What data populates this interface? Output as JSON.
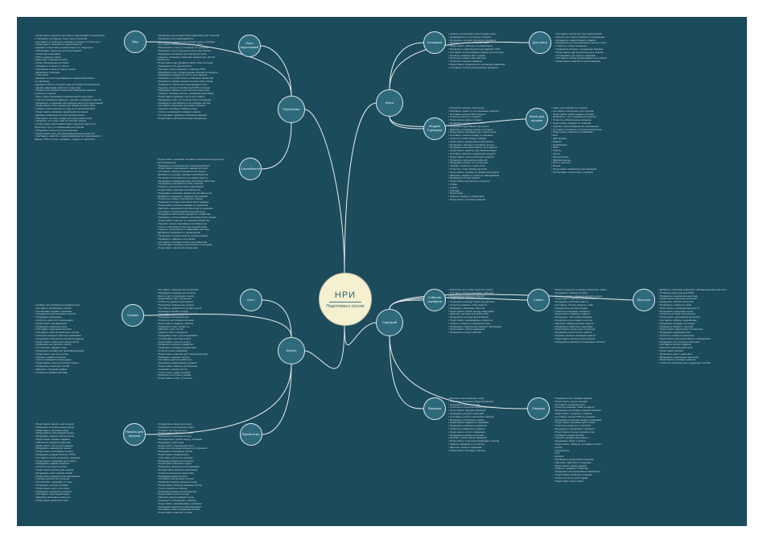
{
  "center": {
    "title": "НРИ",
    "subtitle": "Подготовка к сессии"
  },
  "branches": {
    "personazhi": "Персонажи",
    "knigi": "Книги",
    "scenariy": "Сценарий",
    "igroki": "Игроки"
  },
  "leaves": {
    "vid": "Вид",
    "opyt_personazhey": "Опыт персонажей",
    "sposobnosti": "Способности",
    "osnovnye": "Основные",
    "dop_knigi": "Доп книги",
    "modul_scenariy": "Модули Сценарии",
    "knigi_dlya_igrokov": "Книги для игроков",
    "sobytiya_scenariya": "Событие сценария",
    "syuzhet": "Сюжет",
    "frakcii": "Фракции",
    "lokacii": "Локации",
    "monstry": "Монстры",
    "grafik": "График",
    "opyt": "Опыт",
    "nachalo_dlya_igrokov": "Начало для игроков",
    "vremya_igry": "Время игры"
  },
  "texts": {
    "t_vid": [
      "• Подготовить наличие для игры и персонажей, потребности",
      "• Учитывать по общему тексту для отыгрыша",
      "• Составить и сообщить описание в разных голосах для",
      "• Подготовить показатели характеристик",
      "• Держать подготовку игровой модели и хода игры",
      "• Записывать перечень для персонажей:",
      "   • Свойства персонажа",
      "   • НПС и врагов у своих",
      "   • Монстры и чудища в своих",
      "   • Лица пользующиеся в своих",
      "   • Предметы в своих и у своих",
      "   • Противник в своих и через героев",
      "   • Драконы и союзники",
      "   • Участники",
      "• Держать в поле персонажей по характеристикам и",
      "   их описанию",
      "• Держать НПС по соответствие историей способностей",
      "• Делать фиксацию заметок в ходе игры",
      "• Помнить об сущности внешних изменений героев и",
      "   отличие её героях",
      "• Быть подготовленным к изменениям в ходе игры",
      "• Уметь в основном заменить, сделать и выразить мысли",
      "• Разделять о сценарии или эпизоды игры для персонажей",
      "• Подготовить итоги героев для общей истории игры",
      "• Хранить свои наметки по ходу для героев мастера",
      "• Подготовить описания характеристик героев",
      "• Держать внимание за участниками ролей",
      "• Настроить сеттинг и жанр для подготовки к игре",
      "• Помнить, что и как у вас по составу героев",
      "• Подготовить персонажей пары и друзей через пути",
      "   Переход и путь к отображению для героев",
      "• Продумать стиль игры для мастера",
      "• Подготовить путь для информационных моментов",
      "• Составить заметки о знаке возможностей персонажей и",
      "   данные НПС по игре, добавить и других в свой лист"
    ],
    "t_opyt": [
      "• Проверить на соответствие правилам урон сложной",
      "• Проверить интегрированность",
      "• Проверить соответствие уровня героя и игрокам",
      "• Построить таблицу для каждого героя",
      "• Рассмотреть опыт и сложность по уровням",
      "• Проверить путь получения опыта при броске",
      "• Продумать механику для наград для всех",
      "• Сверить сложность боёв для игроков при лёгкой",
      "   сложности",
      "• Подготовить доп уровни и связи события мира",
      "• Продумать путь для игроков",
      "• Сделать список уровней и таблицы НПС",
      "• Подобрать опыт за выполнение миссий по модулю",
      "• Продумать награду за опыт и достижения",
      "• Проверить соответствие по базовым правилам",
      "• Подобрать уровни сложности монстров и боёв",
      "• Проверить список опыта на каждом этапе",
      "• Сделать список способностей НПС и героев",
      "• Продумать запись и учёт опыта в ходе игры",
      "• Сверить таблицы опыта с уровнями персонажа",
      "• Подготовить удобные листы для записи",
      "• Продумать опыт за отыгрыш роли и решения",
      "• Проверить способности и их влияние на бой",
      "• Составить подсказки для новых игроков",
      "• Сделать итоговую таблицу опыта",
      "• Учесть особенности каждого класса",
      "• Согласовать правила с игроками заранее",
      "• Подготовить дополнительные материалы"
    ],
    "t_sposob": [
      "• Подготовить описание основных способностей для игры",
      "   персонажей для",
      "• Проверить на возможность взаимодействия",
      "• Подготовить заклинания и навыки для них",
      "• Составить таблицу способностей класса",
      "• Добавить описание расовых способностей",
      "• Проверить способности на совместимость",
      "• Продумать взаимодействие способностей в бою",
      "• Продумать способности НПС и врагов",
      "• Сверить количество ячеек заклинаний",
      "• Подготовить карточки способностей",
      "• Продумать описание эффектов способностей",
      "• Добавить отдельные таблицы для умений",
      "• Отметить особые способности героев",
      "• Проверить баланс способностей в команде",
      "• Подготовить краткие справки по правилам",
      "• Записать изменения способностей по уровням",
      "• Составить список умений для монстров",
      "• Продумать магические предметы и свойства",
      "• Проверить использование способностей в сценах",
      "• Подготовить заметки по спорным моментам",
      "• Сделать список пассивных способностей",
      "• Учесть способности при построении боёв",
      "• Сверить способности с правилами системы",
      "• Добавить подсказки по применению",
      "• Продумать ограничения на использование",
      "• Проверить эффекты состояний",
      "• Составить итоговый список способностей",
      "• Согласовать спорные способности с игроками",
      "• Подготовить быстрый справочник"
    ],
    "t_osnovnye": [
      "• Освоить и разобрать книги правил игры",
      "• Ознакомиться с сеттингом и мирoм",
      "• Продумать систему бросков и проверок",
      "• Изучить основные механики игры",
      "• Подготовить таблицы и справочники",
      "• Проверить правила для персонажей и НПС",
      "• Составить список важных правил для игроков",
      "• Уточнить правила боя и урона",
      "• Прочитать раздел для мастера",
      "• Отметить спорные правила",
      "• Подготовить шпаргалку по основным правилам",
      "• Составить список исключений в правилах"
    ],
    "t_dop": [
      "• Составить список доп книг дополнений",
      "• Изучить доп книги и выбрать подходящие",
      "• Проверить совместимость правил",
      "• Подобрать дополнительные классы и расы",
      "• Отметить новые механики",
      "• Проверить баланс с основными книгами",
      "• Подготовить доп материалы для игроков",
      "• Согласовать доп книги с игроками",
      "• Составить список разрешённых источников",
      "• Подготовить заметки по дополнениям"
    ],
    "t_modul": [
      "• Прочитать модуль полностью",
      "• Разобрать сюжет и его ключевые события",
      "• Составить список НПС модуля",
      "• Отметить места и локации",
      "• Подготовить карты и схемы",
      "• Проверить уровни сложности",
      "• Продумать адаптацию под группу",
      "• Записать ключевые сцены и реплики",
      "• Подготовить описания для чтения вслух",
      "• Составить список наград и сокровищ",
      "• Отметить связи между главами",
      "• Подготовить раздаточные материалы",
      "• Проверить таблицы случайных встреч",
      "• Продумать альтернативные пути сюжета",
      "• Подготовить заметки для импровизации",
      "• Составить краткое содержание модуля",
      "• Подготовить список монстров модуля",
      "• Проверить хронологию событий",
      "• Продумать финал и последствия",
      "• Сделать пометки о темпе игры",
      "• Отметить точки выбора игроков",
      "• Подготовить справку по фракциям модуля",
      "• Записать секреты и скрытую информацию",
      "• Проверить логику сюжета",
      "• Подготовить вступление к модулю",
      "   • Главы",
      "   • Сцены",
      "   • Локации",
      "   • Персонажи",
      "• Сверить модуль с правилами",
      "• Подготовить итоговые заметки"
    ],
    "t_knigi_igr": [
      "• Книги для игроков и их выбор",
      "• Составить список книг для игроков",
      "• Подготовить копии нужных страниц",
      "• Проверить, что у игроков есть доступ",
      "• Отметить обязательные разделы",
      "• Подготовить справки по классам",
      "• Сделать список вариантов персонажей",
      "• Составить описание сеттинга для игроков",
      "• Подготовить памятки по правилам",
      "   • Бой",
      "   • Заклинания",
      "   • Навыки",
      "   • Снаряжение",
      "   • Расы",
      "   • Классы",
      "   • Черты",
      "   • Предыстории",
      "   • Мировоззрение",
      "   • Боги и религии",
      "   • Языки",
      "• Подготовить шпаргалку для новичков",
      "• Согласовать список книг с группой"
    ],
    "t_sobytiya": [
      "• Прочитать все главы модуля и сюжет",
      "• Составить список ключевых событий",
      "• Определить порядок событий",
      "• Подготовить описания каждой сцены",
      "• Продумать реакцию мира на действия",
      "• Отметить важные точки сюжета",
      "• Продумать запасные события",
      "• Подготовить связки между событиями",
      "• Записать реплики ключевых НПС",
      "• Продумать последствия выборов",
      "• Подготовить неожиданные повороты",
      "• Сверить события с временем игры",
      "• Продумать события для каждого персонажа",
      "• Подготовить список подсказок",
      "• Проверить логику событий"
    ],
    "t_syuzhet": [
      "• Найти и нанести основные сюжетные линии",
      "• Продумать главную интригу",
      "• Связать сюжет с предысториями героев",
      "• Подготовить завязку и кульминацию",
      "• Продумать побочные квесты",
      "• Составить список загадок и тайн",
      "• Определить мотивы злодея",
      "• Отметить ключевые повороты",
      "• Подготовить развязку сюжета",
      "• Продумать темп повествования",
      "• Продумать роль каждого игрока",
      "• Записать важные детали сюжета",
      "• Продумать сюжетные подсказки",
      "• Подготовить сцены для отыгрыша",
      "• Проверить целостность сюжета",
      "• Сделать краткое описание сюжета",
      "• Подготовить вопросы для игроков",
      "• Продумать развитие в следующих сессиях"
    ],
    "t_frakcii": [
      "• Выписать все фракции в игре",
      "• Составить описание каждой фракции",
      "• Продумать цели фракций",
      "• Отметить отношения между фракциями",
      "• Подготовить лидеров фракций",
      "• Продумать ресурсы фракций",
      "• Составить список союзников и врагов",
      "• Продумать репутацию героев",
      "• Подготовить задания от фракций",
      "• Продумать конфликты фракций",
      "• Отметить символику и девизы",
      "• Подготовить слухи о фракциях",
      "• Продумать влияние на сюжет",
      "• Сделать схему связей фракций",
      "• Подготовить отношения фракций к героям",
      "• Сверить фракции с сеттингом",
      "• Записать секреты фракций",
      "• Подготовить итоговую таблицу"
    ],
    "t_lokacii": [
      "• Подобрать все локации модуля",
      "• Подготовить карты локаций",
      "• Составить описания мест",
      "• Отметить важные точки на картах",
      "• Продумать атмосферу каждой локации",
      "• Подготовить ловушки и секреты",
      "• Составить список НПС в локациях",
      "• Продумать переходы между локациями",
      "• Подготовить описания для чтения",
      "• Отметить опасности и встречи",
      "• Продумать сокровища в локациях",
      "• Подготовить погоду и время суток",
      "• Проверить масштаб карт",
      "• Сделать раздаточные карты",
      "• Продумать звуки и запахи",
      "• Подготовить таблицы случайных встреч",
      "   • Город",
      "   • Подземелье",
      "   • Лес",
      "   • Дорога",
      "• Проверить логику расположения",
      "• Записать заметки по локациям",
      "• Подготовить схемы зданий",
      "• Сверить локации с сюжетом",
      "• Продумать альтернативные маршруты",
      "• Подготовить запасные локации",
      "• Отметить места для отдыха",
      "• Подготовить карту мира"
    ],
    "t_monstry": [
      "• Добавить описание монстров, таблицы весового расчета",
      "• Отобрать монстров для боёв",
      "• Проверить показатели монстров",
      "• Подготовить карточки монстров",
      "• Продумать тактику монстров",
      "• Проверить сложность боёв",
      "• Подготовить описания внешности",
      "• Продумать поведение в бою",
      "• Отметить особые способности",
      "• Подготовить заклинания монстров",
      "• Составить таблицу инициативы",
      "• Продумать награды за победу",
      "• Проверить баланс с группой",
      "• Подготовить миниатюры или жетоны",
      "• Продумать окружение боя",
      "• Отметить слабости монстров",
      "• Подготовить альтернативные столкновения",
      "• Продумать отступление монстров",
      "• Составить список лидеров",
      "• Записать реплики монстров",
      "• Подготовить боссов",
      "• Проверить урон и здоровье",
      "• Продумать уникальных монстров",
      "• Подготовить итоговые заметки",
      "• Отметить монстров для следующих сессий"
    ],
    "t_grafik": [
      "• Собрать все пробелы в графике игры",
      "• Составить расписание сессий",
      "• Согласовать время с игроками",
      "• Определить длительность сессий",
      "• Продумать перерывы",
      "• Отметить даты игр в календаре",
      "• Подготовить напоминания",
      "• Продумать запасные даты",
      "• Учитывать пожелания игроков",
      "• Составить план на несколько сессий",
      "• Отметить важные события в кампании",
      "• Продумать количество сессий на модуль",
      "• Подготовить список дел перед игрой",
      "• Проверить доступность места",
      "• Согласовать формат игры",
      "• Продумать онлайн или оффлайн формат",
      "• Подготовить чат для группы",
      "• Сделать график отпусков",
      "• Учесть праздники и выходные",
      "• Подготовить план на случай отмены",
      "• Продумать переносы сессий",
      "• Записать итоговый график",
      "• Сообщить график игрокам"
    ],
    "t_opyt_ig": [
      "• Составить таблицы опыта игроков",
      "• Продумать награды за отыгрыш",
      "• Вести учёт полученного опыта",
      "• Подготовить лист прогресса",
      "• Отметить уровни персонажей",
      "• Продумать повышение уровня",
      "• Составить правила получения опыта",
      "• Проверить баланс наград",
      "• Учитывать посещаемость игроков",
      "• Продумать бонусный опыт",
      "• Отметить достижения игроков",
      "• Подготовить сводную таблицу",
      "• Продумать опыт за квесты",
      "• Записать опыт за бои",
      "• Сверить опыт с модулем",
      "• Продумать опыт за исследования",
      "• Согласовать систему опыта",
      "• Подготовить итоги по опыту",
      "• Проверить скорость развития",
      "• Продумать награды предметами",
      "• Отметить вехи кампании",
      "• Подготовить заметки для следующей игры",
      "• Проверить уровень группы",
      "• Составить прогноз развития",
      "• Продумать уравнивание уровней",
      "• Подготовить памятку для игроков",
      "• Сохранить записи опыта",
      "• Учесть опыт новых игроков",
      "• Проверить итоговые уровни",
      "• Подготовить отчёт по сессии"
    ],
    "t_nachalo": [
      "• Подготовить начало для игроков",
      "• Продумать вступительную сцену",
      "• Подготовить описание мира",
      "• Представить персонажей группы",
      "• Продумать завязку приключения",
      "• Подготовить первые задания",
      "• Объяснить правила новичкам",
      "• Подготовить листы персонажей",
      "• Продумать знакомство героев",
      "• Подготовить атмосферу начала",
      "• Продумать первую встречу с НПС",
      "• Составить список вопросов к игрокам",
      "• Подготовить подсказки для старта",
      "• Продумать первый конфликт",
      "• Отметить цели для героев",
      "• Подготовить музыку для начала",
      "• Продумать темп первой сессии",
      "• Подготовить раздаточные материалы",
      "• Сделать краткое вступление",
      "• Согласовать ожидания от игры",
      "• Продумать сессию нулевую",
      "• Подготовить место для игры",
      "• Проверить готовность игроков",
      "• Составить план первой игры",
      "• Записать ключевые моменты",
      "• Подготовить запасной план"
    ],
    "t_vremya": [
      "• Определить время для игры",
      "• Продумать длительность сцен",
      "• Следить за темпом игры",
      "• Подготовить таймер для сцен",
      "• Продумать перерывы в игре",
      "• Распределить время между игроками",
      "• Продумать темп боёв",
      "• Подготовить сокращения сцен",
      "• Отметить ключевые моменты по времени",
      "• Продумать окончание сессии",
      "• Подготовить клиффхэнгер",
      "• Учитывать усталость игроков",
      "• Продумать время на отыгрыш",
      "• Подготовить быстрые сцены",
      "• Продумать время на исследование",
      "• Планировать время на разговоры",
      "• Отметить время на подготовку",
      "• Продумать время на бои",
      "• Составить расписание сессии",
      "• Проверить время начала и конца",
      "• Подготовить план на длинные сессии",
      "• Учесть время на перекус",
      "• Продумать время на обсуждение",
      "• Подготовить итоги в конце",
      "• Записать время каждой сцены",
      "• Проверить соблюдение графика",
      "• Подготовить напоминания о времени",
      "• Продумать время для импровизации",
      "• Составить план следующей сессии",
      "• Подготовить заметки о темпе"
    ]
  }
}
